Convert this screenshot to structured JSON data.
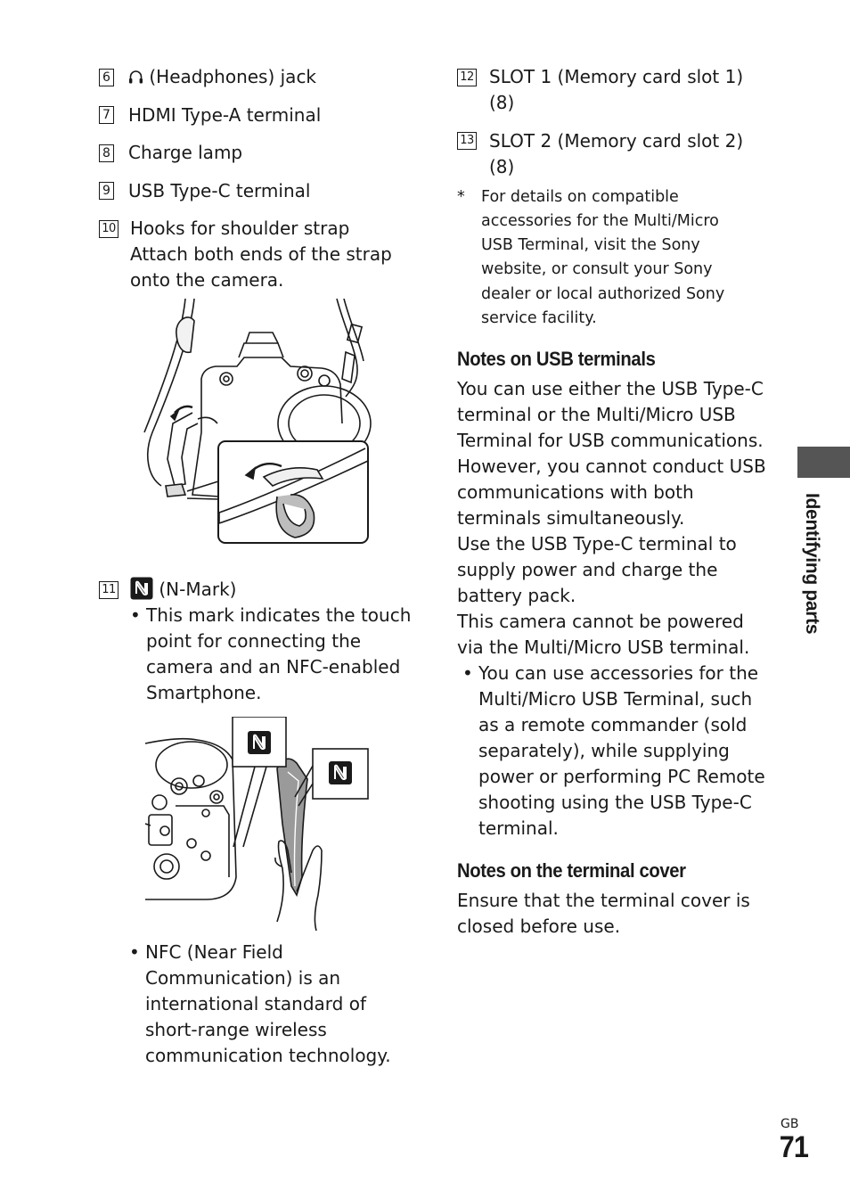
{
  "left_items": [
    {
      "num": "6",
      "title": "(Headphones) jack"
    },
    {
      "num": "7",
      "title": "HDMI Type-A terminal"
    },
    {
      "num": "8",
      "title": "Charge lamp"
    },
    {
      "num": "9",
      "title": "USB Type-C terminal"
    },
    {
      "num": "10",
      "title": "Hooks for shoulder strap",
      "desc": "Attach both ends of the strap onto the camera."
    },
    {
      "num": "11",
      "title": "(N-Mark)",
      "bullets": [
        "This mark indicates the touch point for connecting the camera and an NFC-enabled Smartphone."
      ],
      "bullets2": [
        "NFC (Near Field Communication) is an international standard of short-range wireless communication technology."
      ]
    }
  ],
  "right_items": [
    {
      "num": "12",
      "title": "SLOT 1 (Memory card slot 1) (8)"
    },
    {
      "num": "13",
      "title": "SLOT 2 (Memory card slot 2) (8)"
    }
  ],
  "footnote": {
    "mark": "*",
    "text": "For details on compatible accessories for the Multi/Micro USB Terminal, visit the Sony website, or consult your Sony dealer or local authorized Sony service facility."
  },
  "usb_notes": {
    "heading": "Notes on USB terminals",
    "paragraphs": [
      "You can use either the USB Type-C terminal or the Multi/Micro USB Terminal for USB communications. However, you cannot conduct USB communications with both terminals simultaneously.",
      "Use the USB Type-C terminal to supply power and charge the battery pack.",
      "This camera cannot be powered via the Multi/Micro USB terminal."
    ],
    "bullet": "You can use accessories for the Multi/Micro USB Terminal, such as a remote commander (sold separately), while supplying power or performing PC Remote shooting using the USB Type-C terminal."
  },
  "cover_notes": {
    "heading": "Notes on the terminal cover",
    "text": "Ensure that the terminal cover is closed before use."
  },
  "side_tab": "Identifying parts",
  "footer": {
    "lang": "GB",
    "page": "71"
  },
  "icons": {
    "headphones": "headphones-icon",
    "nfc": "n-mark-icon"
  }
}
